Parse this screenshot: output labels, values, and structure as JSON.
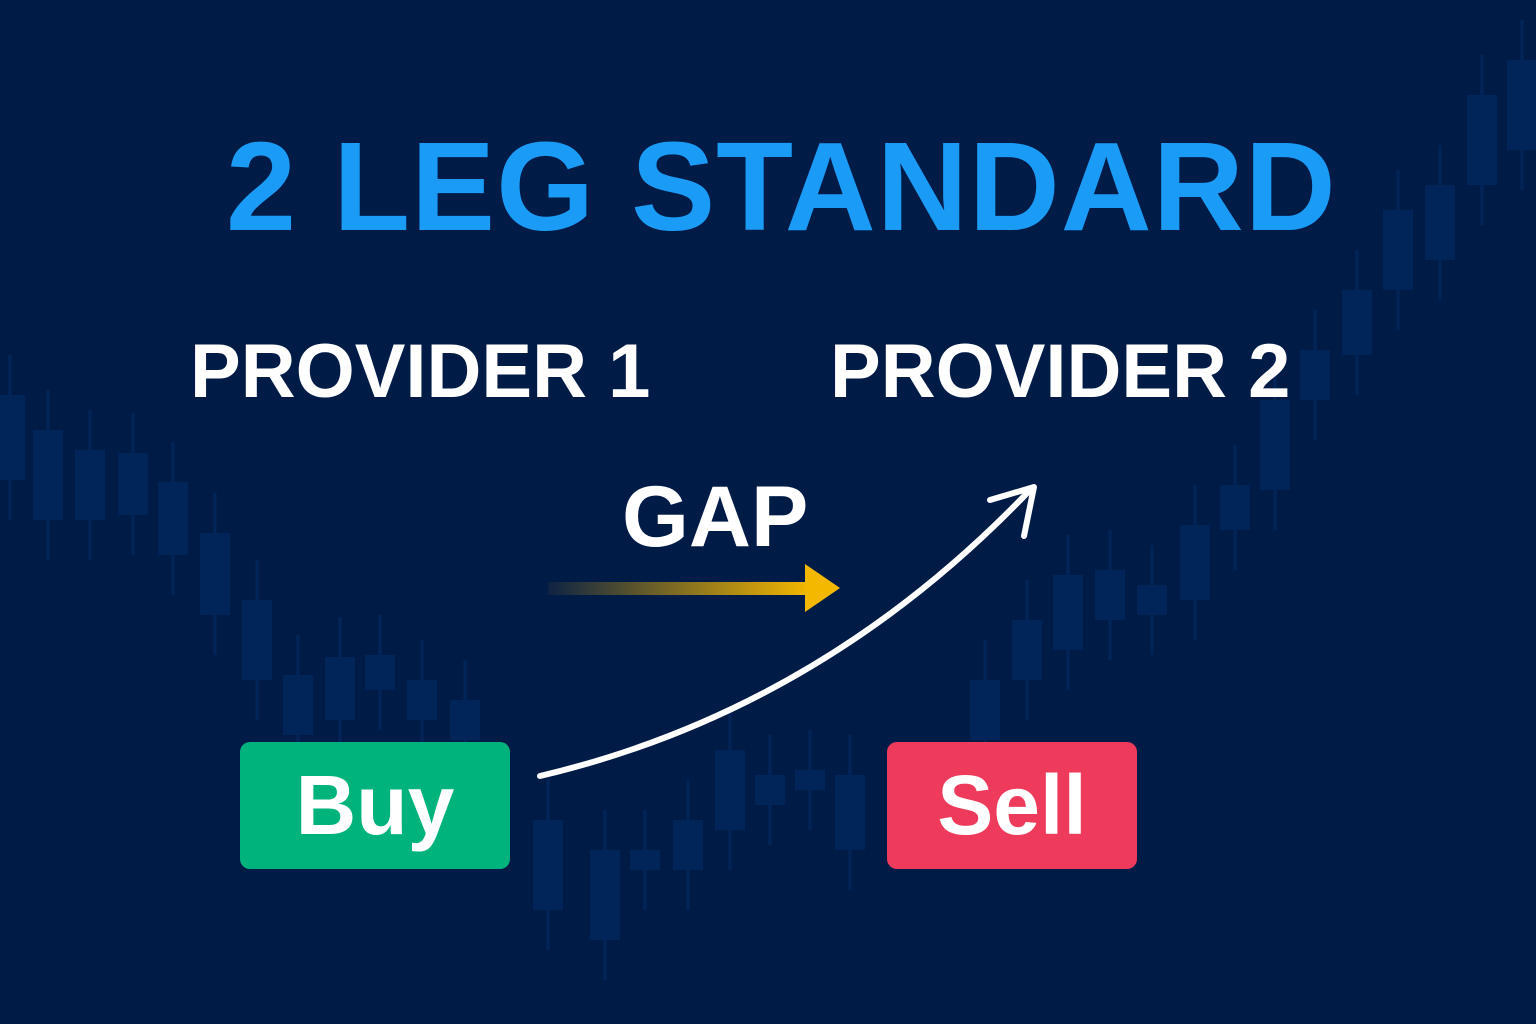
{
  "title": "2 LEG STANDARD",
  "providers": [
    "PROVIDER 1",
    "PROVIDER 2"
  ],
  "gap_label": "GAP",
  "buttons": {
    "buy": "Buy",
    "sell": "Sell"
  },
  "colors": {
    "background": "#011b47",
    "title": "#1a9cf6",
    "buy": "#00b27b",
    "sell": "#ee3a5b",
    "gap_arrow": "#f5b800",
    "candles": "#022559"
  }
}
